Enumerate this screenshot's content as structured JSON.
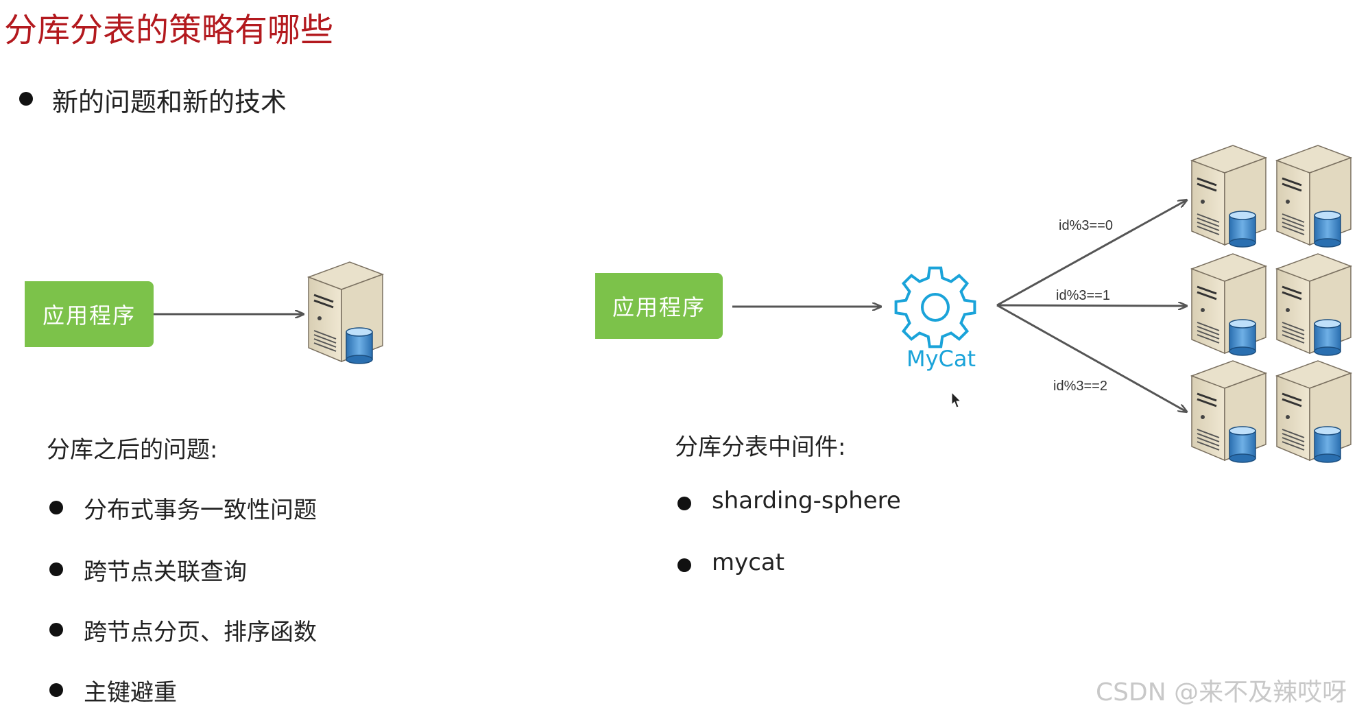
{
  "slide": {
    "title": "分库分表的策略有哪些",
    "main_bullet": "新的问题和新的技术"
  },
  "left_diagram": {
    "app_label": "应用程序"
  },
  "left_section": {
    "heading": "分库之后的问题:",
    "items": [
      "分布式事务一致性问题",
      "跨节点关联查询",
      "跨节点分页、排序函数",
      "主键避重"
    ]
  },
  "right_diagram": {
    "app_label": "应用程序",
    "middleware_label": "MyCat",
    "routes": [
      "id%3==0",
      "id%3==1",
      "id%3==2"
    ]
  },
  "right_section": {
    "heading": "分库分表中间件:",
    "items": [
      "sharding-sphere",
      "mycat"
    ]
  },
  "watermark": "CSDN @来不及辣哎呀",
  "colors": {
    "title": "#b3191e",
    "app_box": "#7cc24a",
    "gear": "#1aa3d9",
    "arrow": "#555555"
  }
}
